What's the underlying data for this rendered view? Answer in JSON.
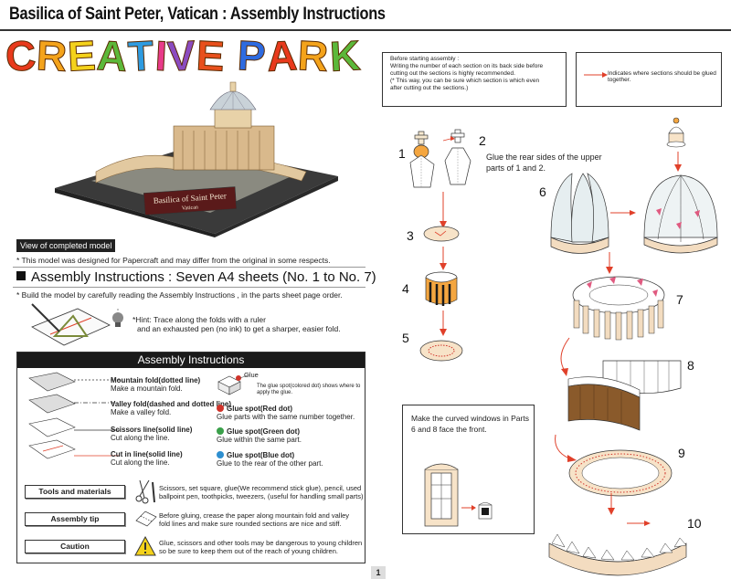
{
  "header": {
    "title": "Basilica of Saint Peter, Vatican : Assembly Instructions"
  },
  "logo": {
    "text": "CREATIVE PARK",
    "letters": [
      "C",
      "R",
      "E",
      "A",
      "T",
      "I",
      "V",
      "E",
      " ",
      "P",
      "A",
      "R",
      "K"
    ],
    "colors": [
      "#e83a1c",
      "#f4a31b",
      "#f4d21b",
      "#5cb83a",
      "#2e9be0",
      "#e83a8a",
      "#8b4bc0",
      "#e8501c",
      "",
      "#2e6be0",
      "#e83a1c",
      "#f4a31b",
      "#5cb83a"
    ]
  },
  "model": {
    "sign_title": "Basilica of Saint Peter",
    "sign_sub": "Vatican"
  },
  "completed_label": "View of completed model",
  "note": "* This model was designed for Papercraft and may differ from the original in some respects.",
  "sheets": "Assembly Instructions : Seven A4 sheets (No. 1 to No. 7)",
  "build_note": "* Build the model by carefully reading the Assembly Instructions , in the parts sheet page order.",
  "hint": {
    "line1": "*Hint: Trace along the folds with a ruler",
    "line2": "and an exhausted pen (no ink) to get a sharper, easier fold."
  },
  "assembly_box": {
    "title": "Assembly Instructions",
    "mountain": {
      "title": "Mountain fold(dotted line)",
      "desc": "Make a mountain fold."
    },
    "valley": {
      "title": "Valley fold(dashed and dotted line)",
      "desc": "Make a valley fold."
    },
    "scissors": {
      "title": "Scissors line(solid line)",
      "desc": "Cut along the line."
    },
    "cutin": {
      "title": "Cut in line(solid line)",
      "desc": "Cut along the line."
    },
    "glue_label": "Glue",
    "glue_note": "The glue spot(colored dot) shows where to apply the glue.",
    "red": {
      "title": "Glue spot(Red dot)",
      "desc": "Glue parts with the same number together.",
      "color": "#d0332a"
    },
    "green": {
      "title": "Glue spot(Green dot)",
      "desc": "Glue within the same part.",
      "color": "#3aa04a"
    },
    "blue": {
      "title": "Glue spot(Blue dot)",
      "desc": "Glue to the rear of the other part.",
      "color": "#2e8fd0"
    },
    "tools_label": "Tools and materials",
    "tools_text1": "Scissors, set square, glue(We recommend stick glue), pencil, used",
    "tools_text2": "ballpoint pen, toothpicks, tweezers, (useful for handling small parts)",
    "tip_label": "Assembly tip",
    "tip_text1": "Before gluing, crease the paper along mountain fold and valley",
    "tip_text2": "fold lines and make sure rounded sections are nice and stiff.",
    "caution_label": "Caution",
    "caution_text1": "Glue, scissors and other tools may be dangerous to young children",
    "caution_text2": "so be sure to keep them out of the reach of young children."
  },
  "page_number": "1",
  "before_box": {
    "line1": "Before starting assembly :",
    "line2": "Writing the number of each section on its back side before",
    "line3": "cutting out the sections is highly recommended.",
    "line4": "(* This way, you can be sure which section is which even",
    "line5": "after cutting out the sections.)"
  },
  "indicate_text": "Indicates where sections should be glued together.",
  "steps": {
    "n1": "1",
    "n2": "2",
    "n3": "3",
    "n4": "4",
    "n5": "5",
    "n6": "6",
    "n7": "7",
    "n8": "8",
    "n9": "9",
    "n10": "10",
    "glue_text1": "Glue the rear sides of the upper",
    "glue_text2": "parts of 1 and 2.",
    "windows_text": "Make the curved windows in Parts 6 and 8 face the front."
  },
  "colors": {
    "arrow": "#e0402a",
    "dark": "#1a1a1a",
    "brown": "#8a5a2b"
  }
}
